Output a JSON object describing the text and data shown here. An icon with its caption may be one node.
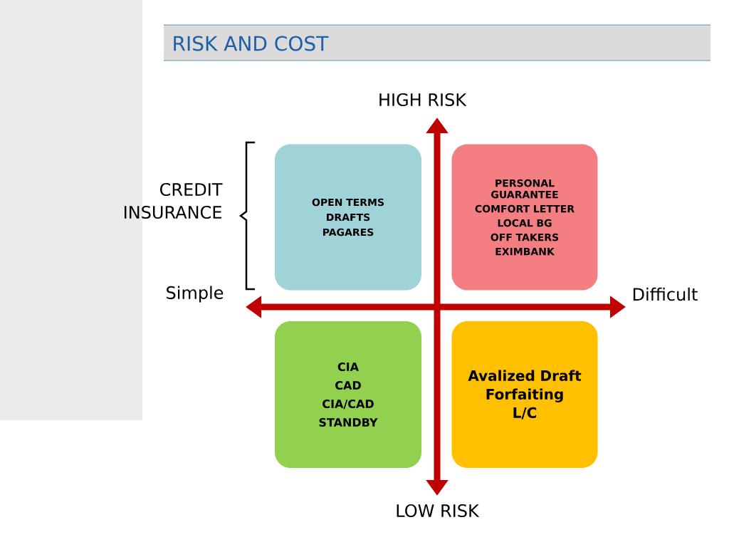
{
  "diagram": {
    "title": "RISK AND COST",
    "nodes": [
      {
        "text": [
          "OPEN TERMS",
          "DRAFTS",
          "PAGARES"
        ]
      },
      {
        "text": [
          "PERSONAL GUARANTEE",
          "COMFORT LETTER",
          "LOCAL BG",
          "OFF TAKERS",
          "EXIMBANK"
        ]
      },
      {
        "text": [
          "CIA",
          "CAD",
          "CIA/CAD",
          "STANDBY"
        ]
      },
      {
        "text": [
          "Avalized Draft",
          "Forfaiting",
          "L/C"
        ]
      }
    ],
    "labels": [
      "HIGH RISK",
      "CREDIT INSURANCE",
      "Simple",
      "Difficult",
      "LOW RISK"
    ]
  }
}
